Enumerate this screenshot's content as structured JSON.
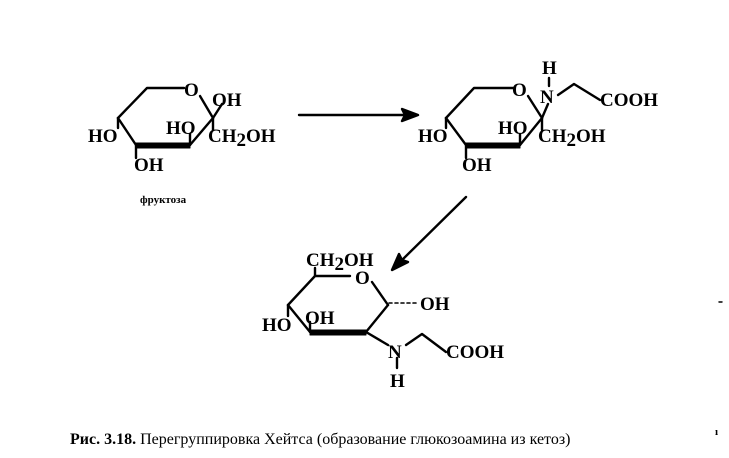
{
  "figure": {
    "label_fructose": "фруктоза",
    "caption_number": "Рис. 3.18.",
    "caption_text": " Перегруппировка Хейтса (образование глюкозоамина из кетоз)"
  },
  "atoms": {
    "O": "O",
    "OH": "OH",
    "HO": "HO",
    "CH": "CH",
    "two": "2",
    "OH_tail": "OH",
    "N": "N",
    "H": "H",
    "COOH": "COOH"
  },
  "stray_marks": {
    "right_mark": "ı"
  }
}
